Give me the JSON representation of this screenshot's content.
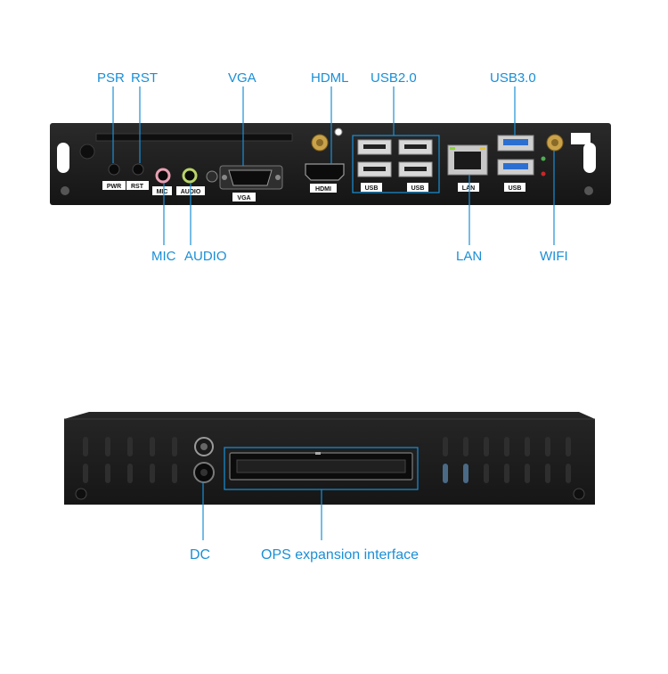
{
  "labels": {
    "psr": "PSR",
    "rst": "RST",
    "vga": "VGA",
    "hdml": "HDML",
    "usb2": "USB2.0",
    "usb3": "USB3.0",
    "mic": "MIC",
    "audio": "AUDIO",
    "lan": "LAN",
    "wifi": "WIFI",
    "dc": "DC",
    "ops": "OPS expansion interface"
  },
  "silkscreen": {
    "pwr": "PWR",
    "rst": "RST",
    "mic": "MIC",
    "audio": "AUDIO",
    "vga": "VGA",
    "hdmi": "HDMI",
    "usb_a": "USB",
    "usb_b": "USB",
    "lan": "LAN",
    "usb3": "USB"
  },
  "colors": {
    "accent": "#1a8fd6",
    "chassis": "#1b1b1b",
    "mic_jack": "#e9a0b4",
    "audio_jack": "#b9d36a",
    "usb3_port": "#2b6fd0",
    "antenna": "#c9a24a"
  }
}
